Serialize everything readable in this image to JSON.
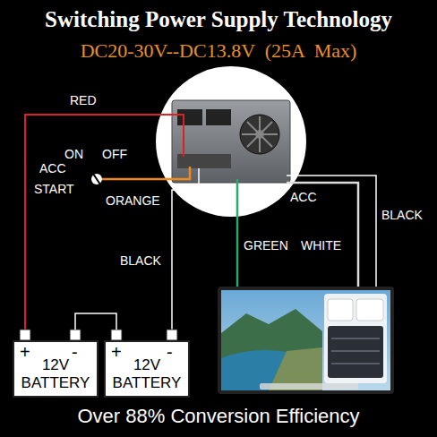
{
  "diagram": {
    "title": "Switching Power Supply Technology",
    "caption": "Over 88% Conversion Efficiency",
    "nodes": [
      {
        "text": [
          "12V BATTERY"
        ]
      },
      {
        "text": [
          "12V BATTERY"
        ]
      }
    ],
    "edges": [
      {
        "from": 0,
        "to": 1,
        "arrow": "none"
      }
    ],
    "labels": [
      "DC20-30V--DC13.8V  (25A  Max)",
      "RED",
      "ON",
      "OFF",
      "ACC",
      "START",
      "ORANGE",
      "BLACK",
      "GREEN",
      "WHITE",
      "ACC",
      "BLACK",
      "+",
      "-",
      "+",
      "-"
    ]
  }
}
